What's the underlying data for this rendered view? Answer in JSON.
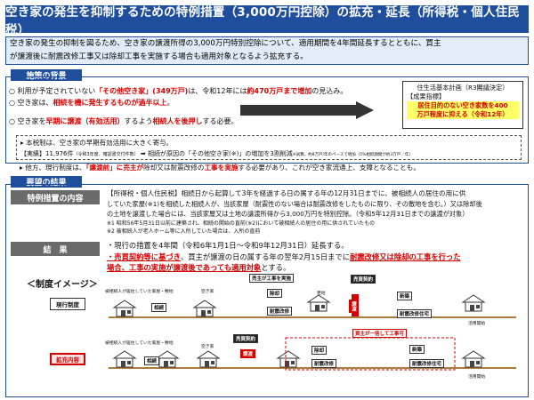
{
  "title": "空き家の発生を抑制するための特例措置（3,000万円控除）の拡充・延長（所得税・個人住民税）",
  "summary": {
    "line1": "空き家の発生の抑制を図るため、空き家の譲渡所得の3,000万円特別控除について、適用期間を4年間延長するとともに、買主",
    "line2": "が譲渡後に耐震改修工事又は除却工事を実施する場合も適用対象となるよう拡充する。"
  },
  "background": {
    "heading": "施策の背景",
    "b1_pre": "利用が予定されていない",
    "b1_red1": "「その他空き家」(349万戸)",
    "b1_mid": "は、令和12年には",
    "b1_red2": "約470万戸まで増加",
    "b1_post": "の見込み。",
    "b2_pre": "空き家は、",
    "b2_red": "相続を機に発生するものが過半以上",
    "b2_post": "。",
    "b3_pre": "空き家を",
    "b3_red1": "早期に譲渡（有効活用）",
    "b3_mid": "するよう",
    "b3_red2": "相続人を後押し",
    "b3_post": "する必要。",
    "ref_l1": "住生活基本計画（R3閣議決定）",
    "ref_l2": "【成果指標】",
    "ref_l3": "居住目的のない空き家数を400",
    "ref_l4": "万戸程度に抑える（令和12年）",
    "d1": "本税制は、空き家の早期有効活用に大きく寄与。",
    "d2_pre": "【実績】11,976件",
    "d2_small": "（令和3年度、確認書交付件数）",
    "d2_mid": "相続が原因の「その他空き家(※)」の増加を3割削減",
    "d2_small2": "※試算。約8万戸/年のペースで増加（5%相続期間が約3万戸／年）",
    "d3_pre": "他方、現行制度は、",
    "d3_red1": "「譲渡前」に売主が",
    "d3_mid": "除却又は耐震改修の",
    "d3_red2": "工事を実施",
    "d3_post": "する必要があり、これが空き家流通上、支障となることも。"
  },
  "request": {
    "heading": "要望の結果",
    "content_label": "特例措置の内容",
    "c_l1": "【所得税・個人住民税】相続日から起算して3年を経過する日の属する年の12月31日までに、被相続人の居住の用に供",
    "c_l2": "していた家屋(※1)を相続した相続人が、当該家屋（耐震性のない場合は耐震改修をしたものに限り、その敷地を含む。）又は除却後",
    "c_l3": "の土地を譲渡した場合には、当該家屋又は土地の譲渡所得から3,000万円を特別控除。（令和5年12月31日までの譲渡が対象）",
    "note1": "※1 昭和56年5月31日以前に建築され、相続の開始の直前(※2)において被相続人の居住の用に供されていたもの",
    "note2": "※2 被相続人が老人ホーム等に入所していた場合は、入所の直前",
    "result_label": "結　果",
    "r1": "・現行の措置を4年間（令和6年1月1日〜令和9年12月31日）延長する。",
    "r2_red1": "・売買契約等に基づき",
    "r2_mid": "、買主が譲渡の日の属する年の翌年2月15日までに",
    "r2_red2": "耐震改修又は除却の工事を行った",
    "r3_red": "場合、工事の実施が譲渡後であっても適用対象",
    "r3_post": "とする。"
  },
  "diagram": {
    "label": "＜制度イメージ＞",
    "row1_label": "現行制度",
    "row2_label": "拡充内容",
    "r1_tag_seller": "売主が工事を実施",
    "r1_tag_contract": "売買契約",
    "r1_small_top": "被相続人が居住していた家屋・敷地",
    "r1_akiya": "空き家",
    "r1_sozoku": "相続",
    "r1_jokyaku": "除却",
    "r1_taishin": "耐震改修",
    "r1_joto": "譲渡",
    "r1_shinchiku": "新築",
    "r1_youchi": "更地",
    "r1_taishinmi": "耐震改修住宅",
    "r1_katsuyo": "活用開始",
    "r2_small_top": "被相続人が居住していた家屋・敷地",
    "r2_akiya": "空き家",
    "r2_contract": "売買契約",
    "r2_buyer": "買主が一括して工事可",
    "r2_sozoku": "相続",
    "r2_joto": "譲渡",
    "r2_jokyaku": "除却",
    "r2_taishin": "耐震改修",
    "r2_shinchiku": "新築",
    "r2_taishinmi": "耐震改修住宅",
    "r2_katsuyo": "活用開始"
  },
  "colors": {
    "navy": "#1f4e9c",
    "red": "#d40000",
    "label_gray": "#6a6a6a"
  }
}
